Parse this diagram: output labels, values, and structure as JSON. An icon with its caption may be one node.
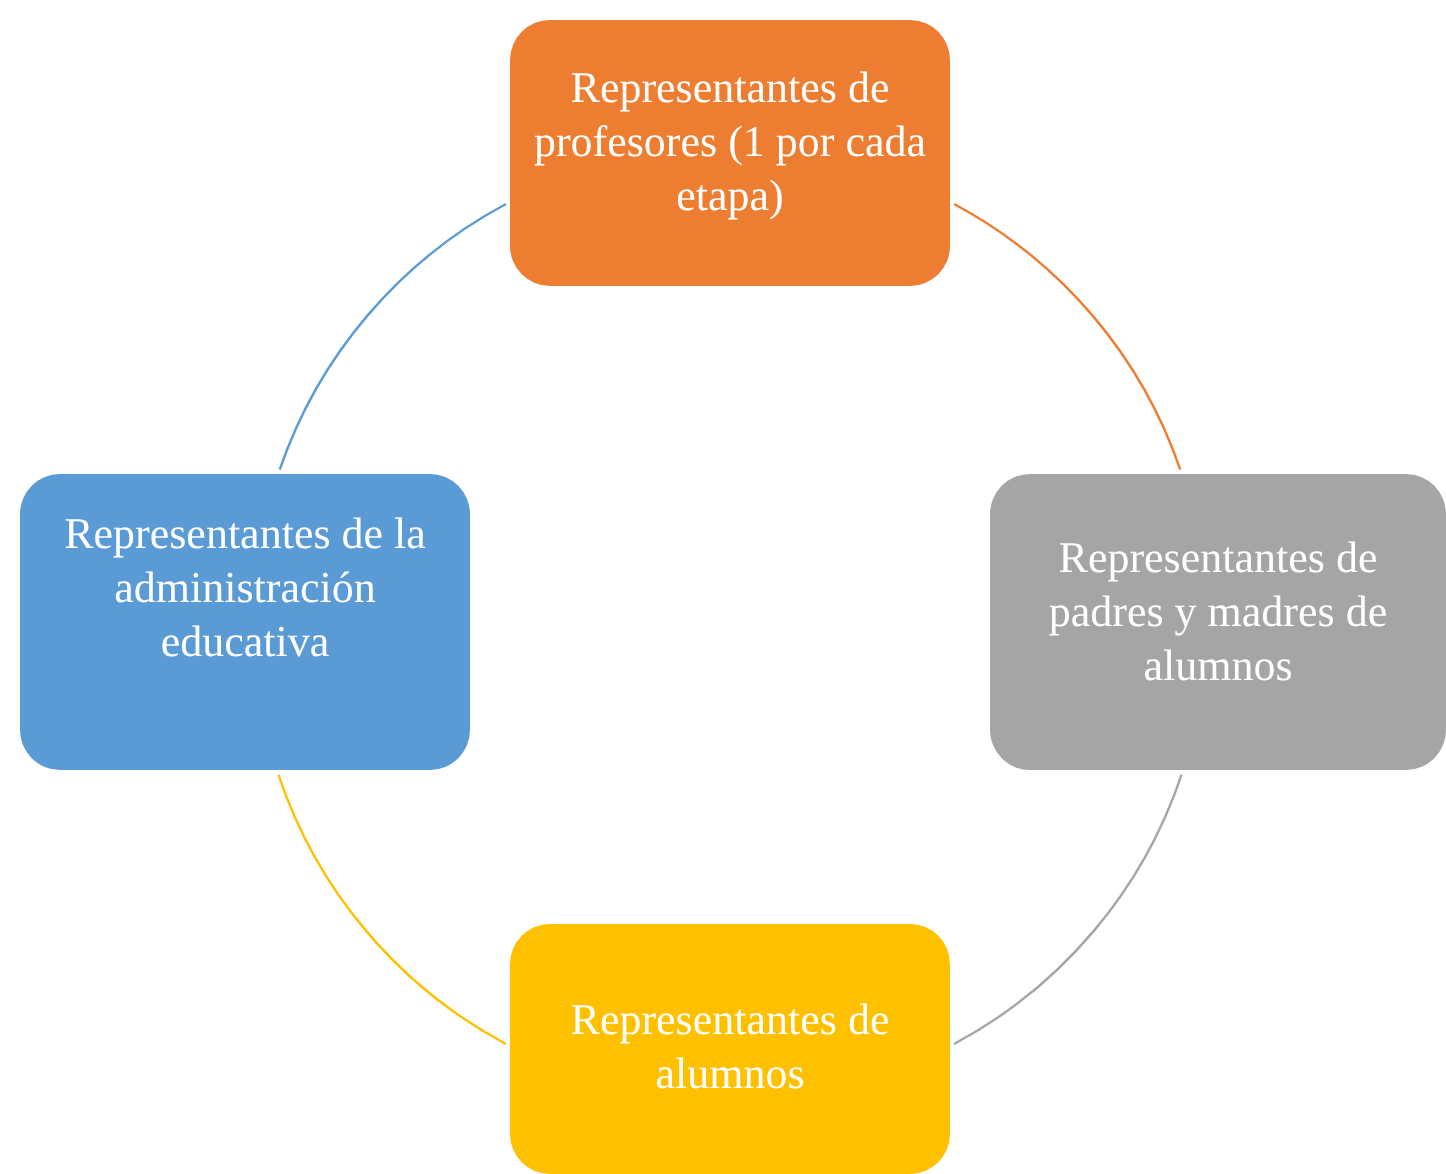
{
  "diagram": {
    "nodes": [
      {
        "text": [
          "Representantes de profesores (1 por cada etapa)"
        ]
      },
      {
        "text": [
          "Representantes de padres y madres de alumnos"
        ]
      },
      {
        "text": [
          "Representantes de alumnos"
        ]
      },
      {
        "text": [
          "Representantes de la administración educativa"
        ]
      }
    ],
    "edges": [
      {
        "from": 0,
        "to": 1,
        "arrow": "none",
        "color": "#ed7d31"
      },
      {
        "from": 1,
        "to": 2,
        "arrow": "none",
        "color": "#a5a5a5"
      },
      {
        "from": 2,
        "to": 3,
        "arrow": "none",
        "color": "#ffc000"
      },
      {
        "from": 3,
        "to": 0,
        "arrow": "none",
        "color": "#5b9bd5"
      }
    ]
  }
}
